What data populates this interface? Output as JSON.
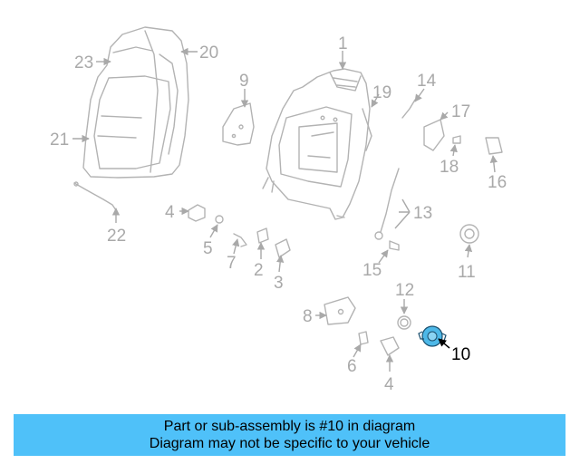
{
  "diagram": {
    "parts": [
      {
        "id": "1",
        "label": "1"
      },
      {
        "id": "2",
        "label": "2"
      },
      {
        "id": "3",
        "label": "3"
      },
      {
        "id": "4a",
        "label": "4"
      },
      {
        "id": "4b",
        "label": "4"
      },
      {
        "id": "5",
        "label": "5"
      },
      {
        "id": "6",
        "label": "6"
      },
      {
        "id": "7",
        "label": "7"
      },
      {
        "id": "8",
        "label": "8"
      },
      {
        "id": "9",
        "label": "9"
      },
      {
        "id": "10",
        "label": "10",
        "highlighted": true
      },
      {
        "id": "11",
        "label": "11"
      },
      {
        "id": "12",
        "label": "12"
      },
      {
        "id": "13",
        "label": "13"
      },
      {
        "id": "14",
        "label": "14"
      },
      {
        "id": "15",
        "label": "15"
      },
      {
        "id": "16",
        "label": "16"
      },
      {
        "id": "17",
        "label": "17"
      },
      {
        "id": "18",
        "label": "18"
      },
      {
        "id": "19",
        "label": "19"
      },
      {
        "id": "20",
        "label": "20"
      },
      {
        "id": "21",
        "label": "21"
      },
      {
        "id": "22",
        "label": "22"
      },
      {
        "id": "23",
        "label": "23"
      }
    ]
  },
  "caption": {
    "line1": "Part or sub-assembly is #10 in diagram",
    "line2": "Diagram may not be specific to your vehicle"
  },
  "colors": {
    "banner": "#4fc1f9",
    "highlight_part": "#4db8e8",
    "line_art": "#b3b3b3",
    "label_gray": "#a9a9a9",
    "label_highlight": "#000000"
  }
}
